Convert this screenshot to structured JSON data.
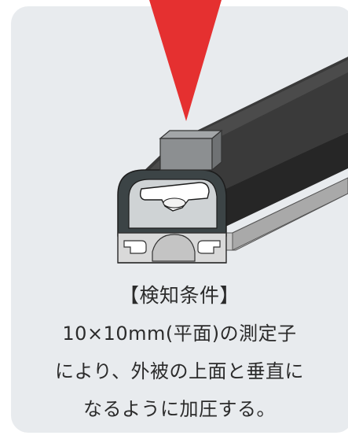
{
  "caption": {
    "heading": "【検知条件】",
    "lines": [
      "10×10mm(平面)の測定子",
      "により、外被の上面と垂直に",
      "なるように加圧する。"
    ]
  },
  "colors": {
    "panel_background": "#e8ebee",
    "pressure_arrow": "#e53030",
    "cable_jacket": "#2d2d2d",
    "probe": "#8a8d8f",
    "rail": "#b9b9b9"
  }
}
